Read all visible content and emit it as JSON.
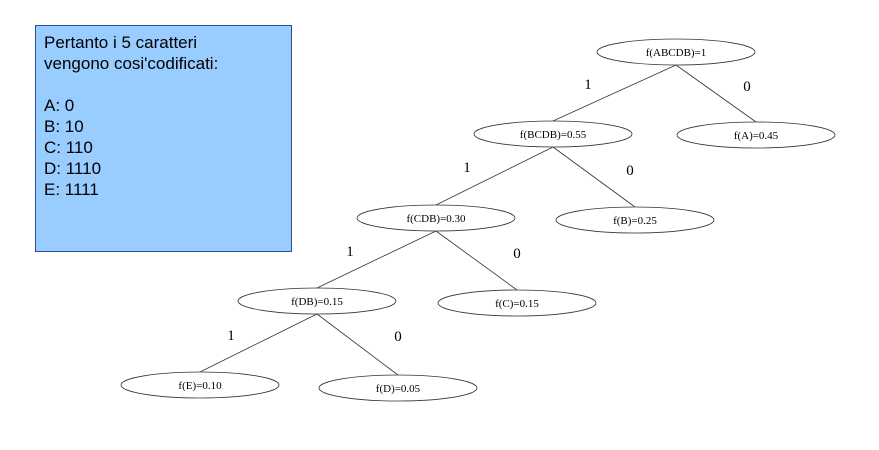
{
  "info_box": {
    "intro_lines": [
      "Pertanto i 5 caratteri",
      "vengono cosi'codificati:"
    ],
    "codes": [
      "A: 0",
      "B: 10",
      "C: 110",
      "D: 1110",
      "E: 1111"
    ]
  },
  "tree": {
    "nodes": [
      {
        "id": "abcdb",
        "label": "f(ABCDB)=1"
      },
      {
        "id": "bcdb",
        "label": "f(BCDB)=0.55"
      },
      {
        "id": "a",
        "label": "f(A)=0.45"
      },
      {
        "id": "cdb",
        "label": "f(CDB)=0.30"
      },
      {
        "id": "b",
        "label": "f(B)=0.25"
      },
      {
        "id": "db",
        "label": "f(DB)=0.15"
      },
      {
        "id": "c",
        "label": "f(C)=0.15"
      },
      {
        "id": "e",
        "label": "f(E)=0.10"
      },
      {
        "id": "d",
        "label": "f(D)=0.05"
      }
    ],
    "edges": [
      {
        "from": "abcdb",
        "to": "bcdb",
        "label": "1"
      },
      {
        "from": "abcdb",
        "to": "a",
        "label": "0"
      },
      {
        "from": "bcdb",
        "to": "cdb",
        "label": "1"
      },
      {
        "from": "bcdb",
        "to": "b",
        "label": "0"
      },
      {
        "from": "cdb",
        "to": "db",
        "label": "1"
      },
      {
        "from": "cdb",
        "to": "c",
        "label": "0"
      },
      {
        "from": "db",
        "to": "e",
        "label": "1"
      },
      {
        "from": "db",
        "to": "d",
        "label": "0"
      }
    ]
  }
}
